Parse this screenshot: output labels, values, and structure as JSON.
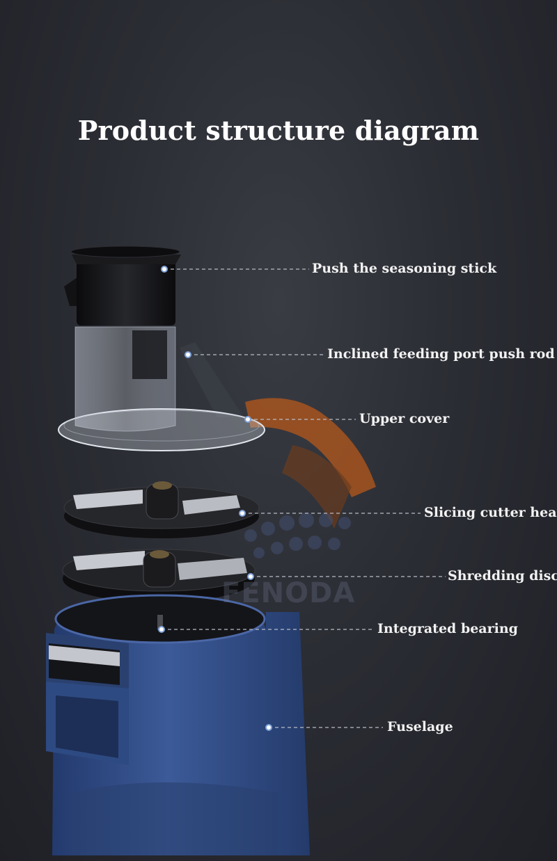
{
  "title": "Product structure diagram",
  "watermark": "FENODA",
  "callouts": [
    {
      "id": "push-stick",
      "label": "Push the seasoning stick"
    },
    {
      "id": "incline-rod",
      "label": "Inclined feeding port push rod"
    },
    {
      "id": "upper-cover",
      "label": "Upper cover"
    },
    {
      "id": "slicing-head",
      "label": "Slicing cutter head"
    },
    {
      "id": "shredding-disc",
      "label": "Shredding disc"
    },
    {
      "id": "bearing",
      "label": "Integrated bearing"
    },
    {
      "id": "fuselage",
      "label": "Fuselage"
    }
  ],
  "colors": {
    "background": "#2b2d34",
    "body_blue": "#35508c",
    "accent_orange": "#c9661f",
    "leader_line": "#b9bcc6"
  }
}
